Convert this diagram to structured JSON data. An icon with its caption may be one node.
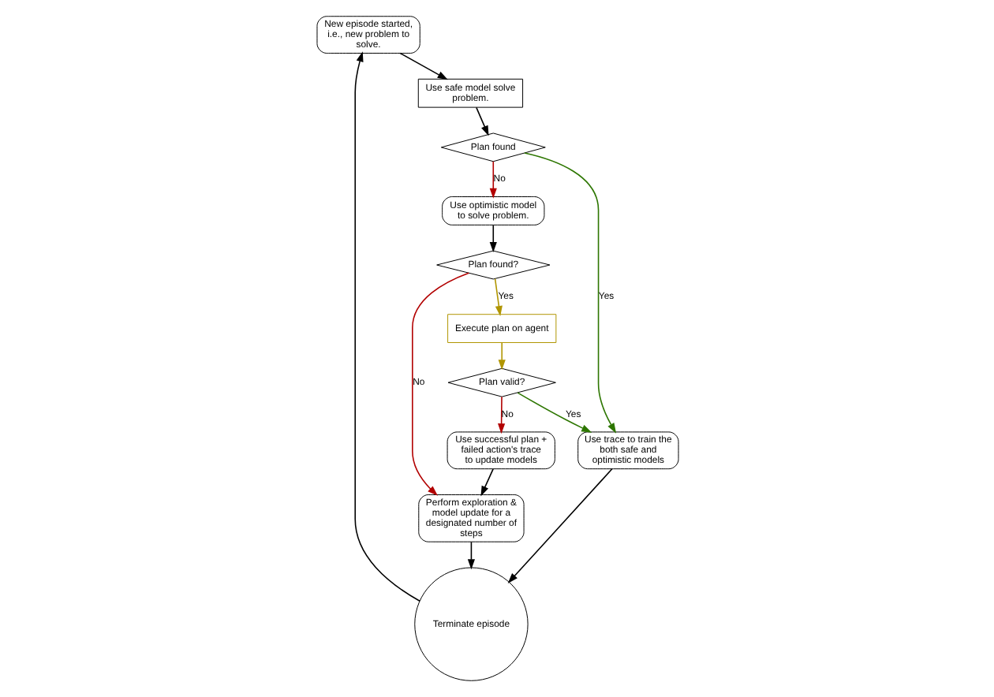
{
  "diagram": {
    "nodes": [
      {
        "text": [
          "New episode started, i.e., new problem to solve."
        ]
      },
      {
        "text": [
          "Use safe model solve problem."
        ]
      },
      {
        "text": [
          "Terminate episode"
        ]
      },
      {
        "text": [
          "Use optimistic model to solve problem."
        ]
      },
      {
        "text": [
          "Plan found"
        ]
      },
      {
        "text": [
          "Use trace to train the both safe and optimistic models"
        ]
      },
      {
        "text": [
          "Perform exploration & model update for a designated number of steps"
        ]
      },
      {
        "text": [
          "Plan found?"
        ]
      },
      {
        "text": [
          "Execute plan on agent"
        ]
      },
      {
        "text": [
          "Plan valid?"
        ]
      },
      {
        "text": [
          "Use successful plan + failed action's trace to update models"
        ]
      }
    ],
    "edges": [
      {
        "from": 0,
        "to": 1,
        "arrow": "to"
      },
      {
        "from": 1,
        "to": 4,
        "arrow": "to"
      },
      {
        "from": 4,
        "to": 3,
        "arrow": "to",
        "label": "No",
        "color": "#b20000"
      },
      {
        "from": 4,
        "to": 5,
        "arrow": "to",
        "label": "Yes",
        "color": "#2d7600"
      },
      {
        "from": 5,
        "to": 2,
        "arrow": "to"
      },
      {
        "from": 2,
        "to": 0,
        "arrow": "to"
      },
      {
        "from": 3,
        "to": 7,
        "arrow": "to"
      },
      {
        "from": 7,
        "to": 6,
        "arrow": "to",
        "label": "No",
        "color": "#b20000"
      },
      {
        "from": 7,
        "to": 8,
        "arrow": "to",
        "label": "Yes",
        "color": "#b09500"
      },
      {
        "from": 8,
        "to": 9,
        "arrow": "to",
        "color": "#b09500"
      },
      {
        "from": 9,
        "to": 5,
        "arrow": "to",
        "label": "Yes",
        "color": "#2d7600"
      },
      {
        "from": 9,
        "to": 10,
        "arrow": "to",
        "label": "No",
        "color": "#b20000"
      },
      {
        "from": 10,
        "to": 6,
        "arrow": "to"
      },
      {
        "from": 6,
        "to": 2,
        "arrow": "to"
      }
    ]
  }
}
